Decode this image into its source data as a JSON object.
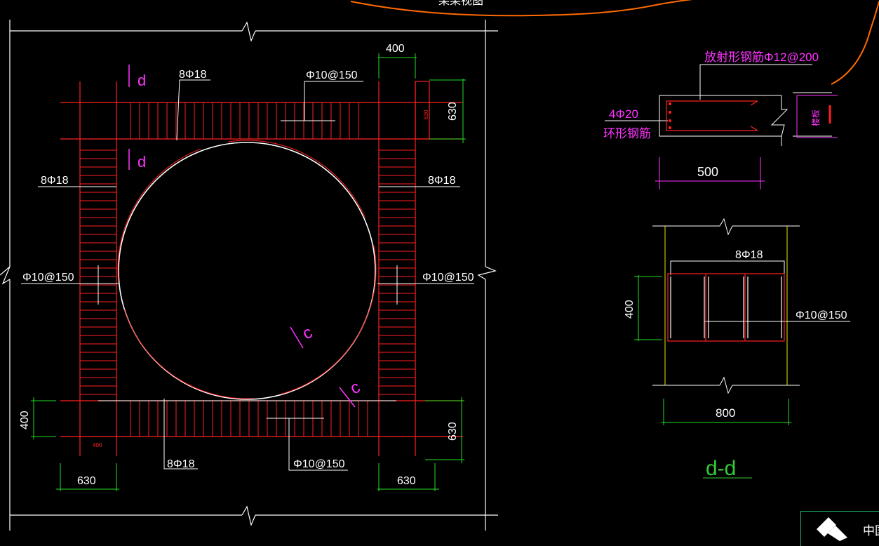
{
  "labels": {
    "top_main_bar": "8Φ18",
    "top_stirrup": "Φ10@150",
    "section_mark_d_upper": "d",
    "section_mark_d_lower": "d",
    "left_main_bar": "8Φ18",
    "right_main_bar": "8Φ18",
    "left_stirrup": "Φ10@150",
    "right_stirrup": "Φ10@150",
    "section_mark_c_upper": "c",
    "section_mark_c_lower": "c",
    "bottom_main_bar": "8Φ18",
    "bottom_stirrup": "Φ10@150",
    "radial_bar": "放射形钢筋Φ12@200",
    "ring_bar_count": "4Φ20",
    "ring_bar_name": "环形钢筋",
    "slab_edge": "楼板",
    "section_main_bar": "8Φ18",
    "section_stirrup": "Φ10@150",
    "section_title": "d-d",
    "top_cut_text": "某某视图",
    "watermark_text": "中国"
  },
  "dims": {
    "top_beam_width": "400",
    "top_beam_depth_small": "630",
    "top_beam_height": "630",
    "bottom_left_height": "400",
    "bottom_right_height": "630",
    "bottom_small": "400",
    "bottom_left_width": "630",
    "bottom_right_width": "630",
    "ring_width": "500",
    "section_height": "400",
    "section_width": "800"
  },
  "colors": {
    "background": "#000000",
    "frame": "#ffffff",
    "rebar": "#ff2020",
    "dimension": "#22dd22",
    "annotation": "#ff33ff",
    "section_wall": "#e6e600",
    "cloud": "#ff6a00",
    "title": "#33cc33"
  },
  "icons": [
    "watermark-logo-icon"
  ]
}
